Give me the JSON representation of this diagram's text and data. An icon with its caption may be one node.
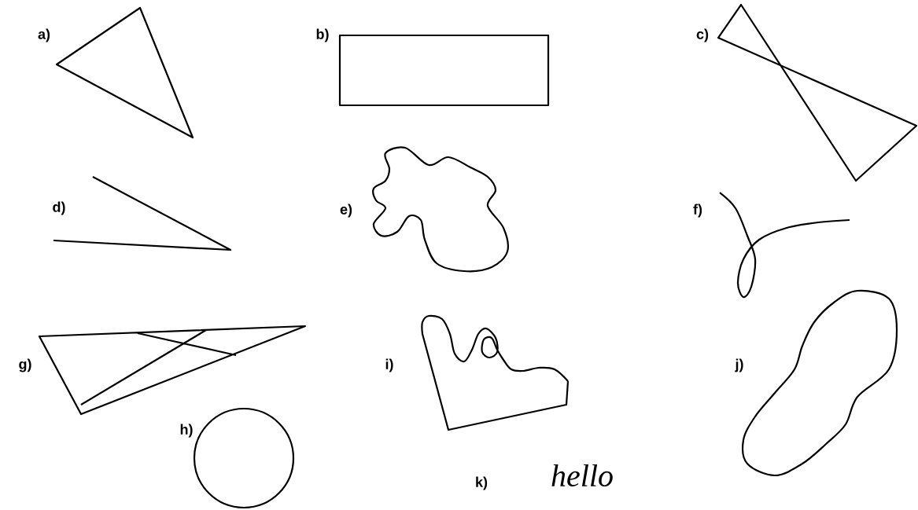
{
  "diagram": {
    "labels": [
      "a)",
      "b)",
      "c)",
      "d)",
      "e)",
      "f)",
      "g)",
      "i)",
      "j)",
      "h)",
      "k)",
      "hello"
    ]
  }
}
